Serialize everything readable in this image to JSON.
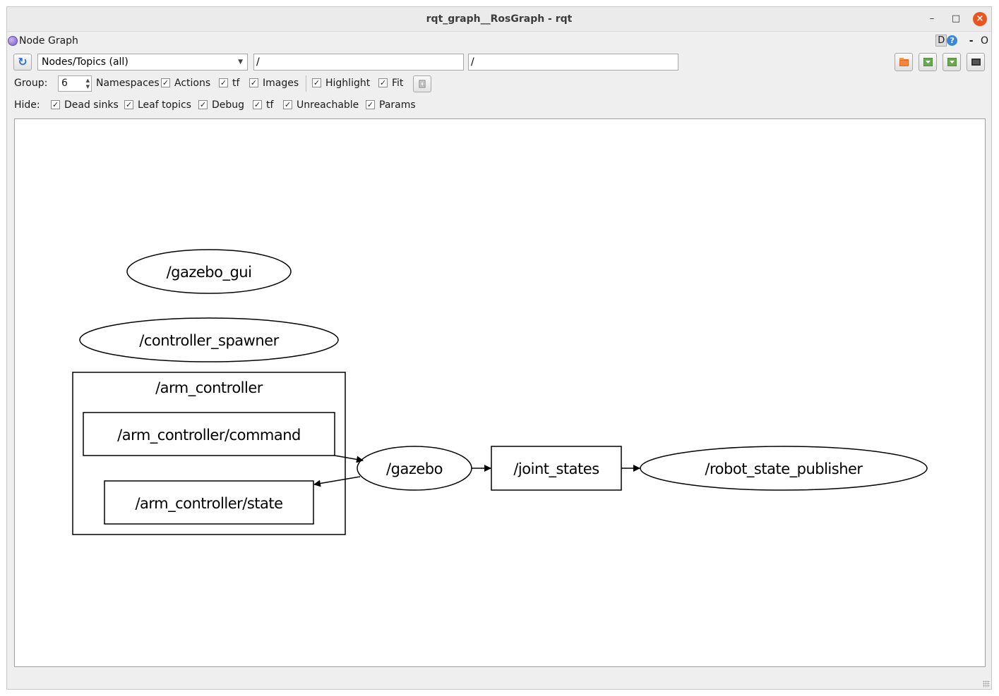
{
  "window": {
    "title": "rqt_graph__RosGraph - rqt",
    "minimize_label": "–",
    "maximize_label": "□",
    "close_label": "×"
  },
  "plugin": {
    "title": "Node Graph",
    "d_label": "D",
    "help_label": "?",
    "dash_label": "-",
    "o_label": "O"
  },
  "toolbar": {
    "refresh_glyph": "↻",
    "view_mode": "Nodes/Topics (all)",
    "node_filter": "/",
    "topic_filter": "/"
  },
  "options": {
    "group_label": "Group:",
    "group_value": "6",
    "namespaces": "Namespaces",
    "actions": "Actions",
    "tf": "tf",
    "images": "Images",
    "highlight": "Highlight",
    "fit": "Fit",
    "check_mark": "✓"
  },
  "hide": {
    "label": "Hide:",
    "dead_sinks": "Dead sinks",
    "leaf_topics": "Leaf topics",
    "debug": "Debug",
    "tf": "tf",
    "unreachable": "Unreachable",
    "params": "Params"
  },
  "graph": {
    "nodes": {
      "gazebo_gui": "/gazebo_gui",
      "controller_spawner": "/controller_spawner",
      "gazebo": "/gazebo",
      "robot_state_publisher": "/robot_state_publisher"
    },
    "namespace_cluster": "/arm_controller",
    "topics": {
      "arm_command": "/arm_controller/command",
      "arm_state": "/arm_controller/state",
      "joint_states": "/joint_states"
    }
  },
  "colors": {
    "close_button": "#e9541f",
    "refresh_icon": "#2e6fc9",
    "edge": "#000000"
  }
}
